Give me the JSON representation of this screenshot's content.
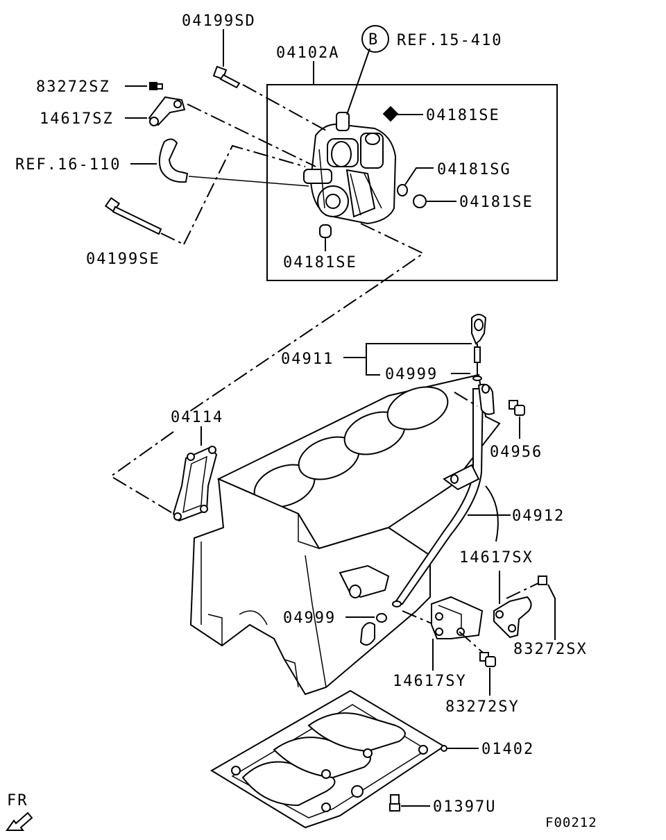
{
  "labels": {
    "p04199SD": "04199SD",
    "p04102A": "04102A",
    "ref_b_letter": "B",
    "ref15": "REF.15-410",
    "p83272SZ": "83272SZ",
    "p14617SZ": "14617SZ",
    "p04181SE_a": "04181SE",
    "ref16": "REF.16-110",
    "p04181SG": "04181SG",
    "p04181SE_b": "04181SE",
    "p04199SE": "04199SE",
    "p04181SE_c": "04181SE",
    "p04911": "04911",
    "p04999_a": "04999",
    "p04114": "04114",
    "p04956": "04956",
    "p04912": "04912",
    "p14617SX": "14617SX",
    "p04999_b": "04999",
    "p83272SX": "83272SX",
    "p14617SY": "14617SY",
    "p83272SY": "83272SY",
    "p01402": "01402",
    "p01397U": "01397U",
    "fr": "FR",
    "fig_code": "F00212"
  }
}
